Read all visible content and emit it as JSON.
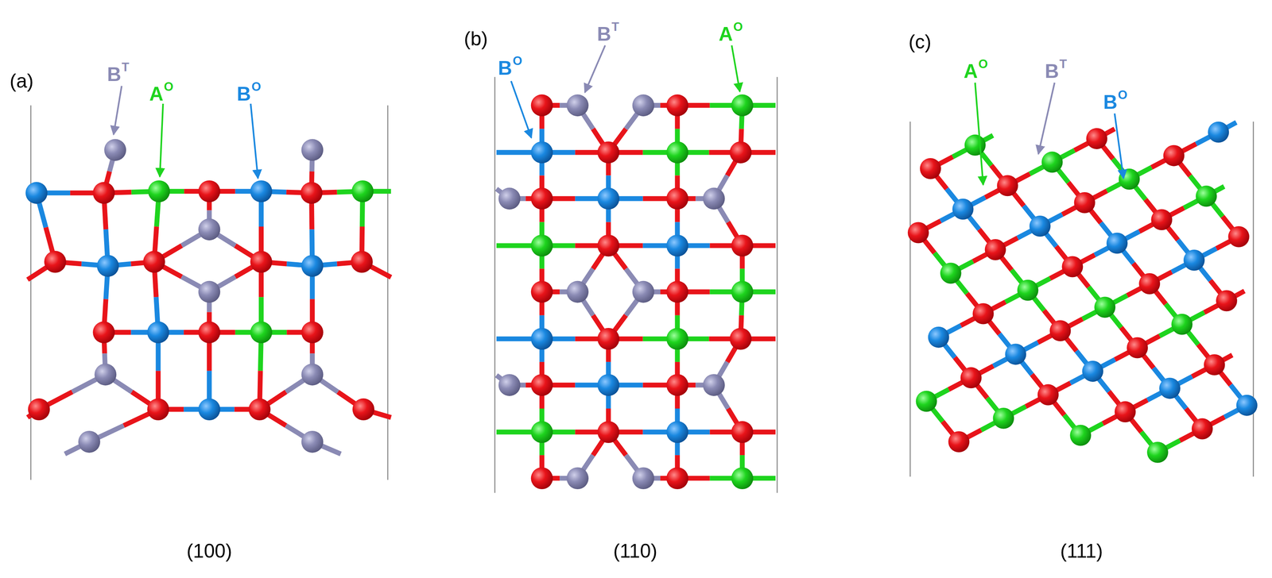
{
  "diagram": {
    "labels": [
      "(a)",
      "B",
      "T",
      "A",
      "O",
      "B",
      "O",
      "(b)",
      "B",
      "O",
      "B",
      "T",
      "A",
      "O",
      "(c)",
      "A",
      "O",
      "B",
      "T",
      "B",
      "O",
      "(100)",
      "(110)",
      "(111)"
    ]
  }
}
